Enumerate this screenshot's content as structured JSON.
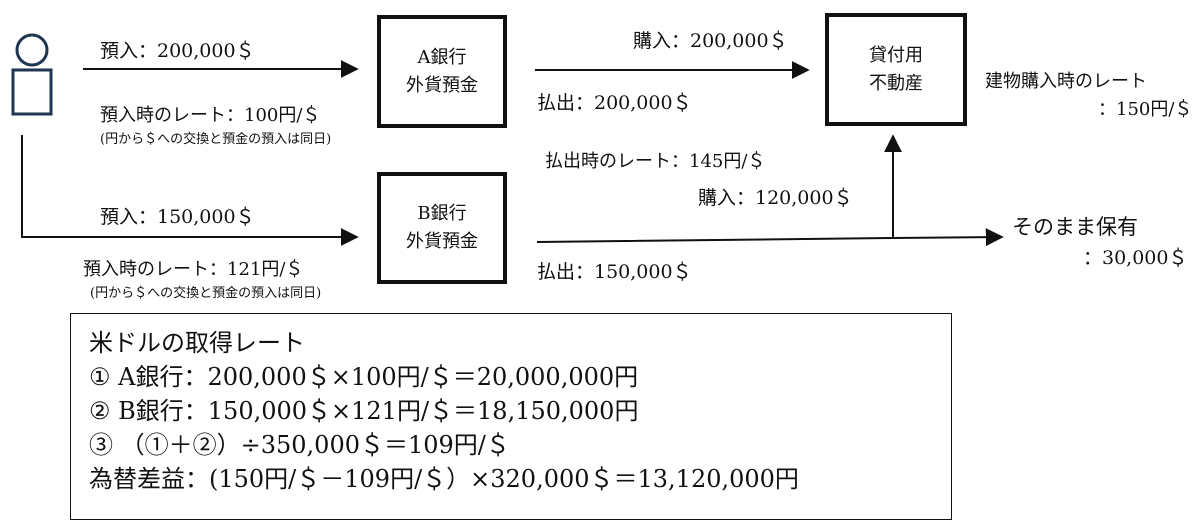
{
  "person": {
    "icon": "person-icon"
  },
  "flow_a": {
    "deposit": "預入：200,000＄",
    "rate": "預入時のレート：100円/＄",
    "note": "(円から＄への交換と預金の預入は同日)"
  },
  "flow_b": {
    "deposit": "預入：150,000＄",
    "rate": "預入時のレート：121円/＄",
    "note": "(円から＄への交換と預金の預入は同日)"
  },
  "bank_a": {
    "line1": "A銀行",
    "line2": "外貨預金"
  },
  "bank_b": {
    "line1": "B銀行",
    "line2": "外貨預金"
  },
  "property": {
    "line1": "貸付用",
    "line2": "不動産"
  },
  "a_to_property": {
    "purchase": "購入：200,000＄",
    "withdraw": "払出：200,000＄"
  },
  "b_flow": {
    "withdraw_rate": "払出時のレート：145円/＄",
    "purchase": "購入：120,000＄",
    "withdraw": "払出：150,000＄"
  },
  "building_rate": {
    "line1": "建物購入時のレート",
    "line2": "：150円/＄"
  },
  "hold": {
    "line1": "そのまま保有",
    "line2": "：30,000＄"
  },
  "summary": {
    "title": "米ドルの取得レート",
    "line1": "① A銀行：200,000＄×100円/＄＝20,000,000円",
    "line2": "② B銀行：150,000＄×121円/＄＝18,150,000円",
    "line3": "③ （①＋②）÷350,000＄＝109円/＄",
    "line4": "為替差益：(150円/＄－109円/＄）×320,000＄＝13,120,000円"
  }
}
